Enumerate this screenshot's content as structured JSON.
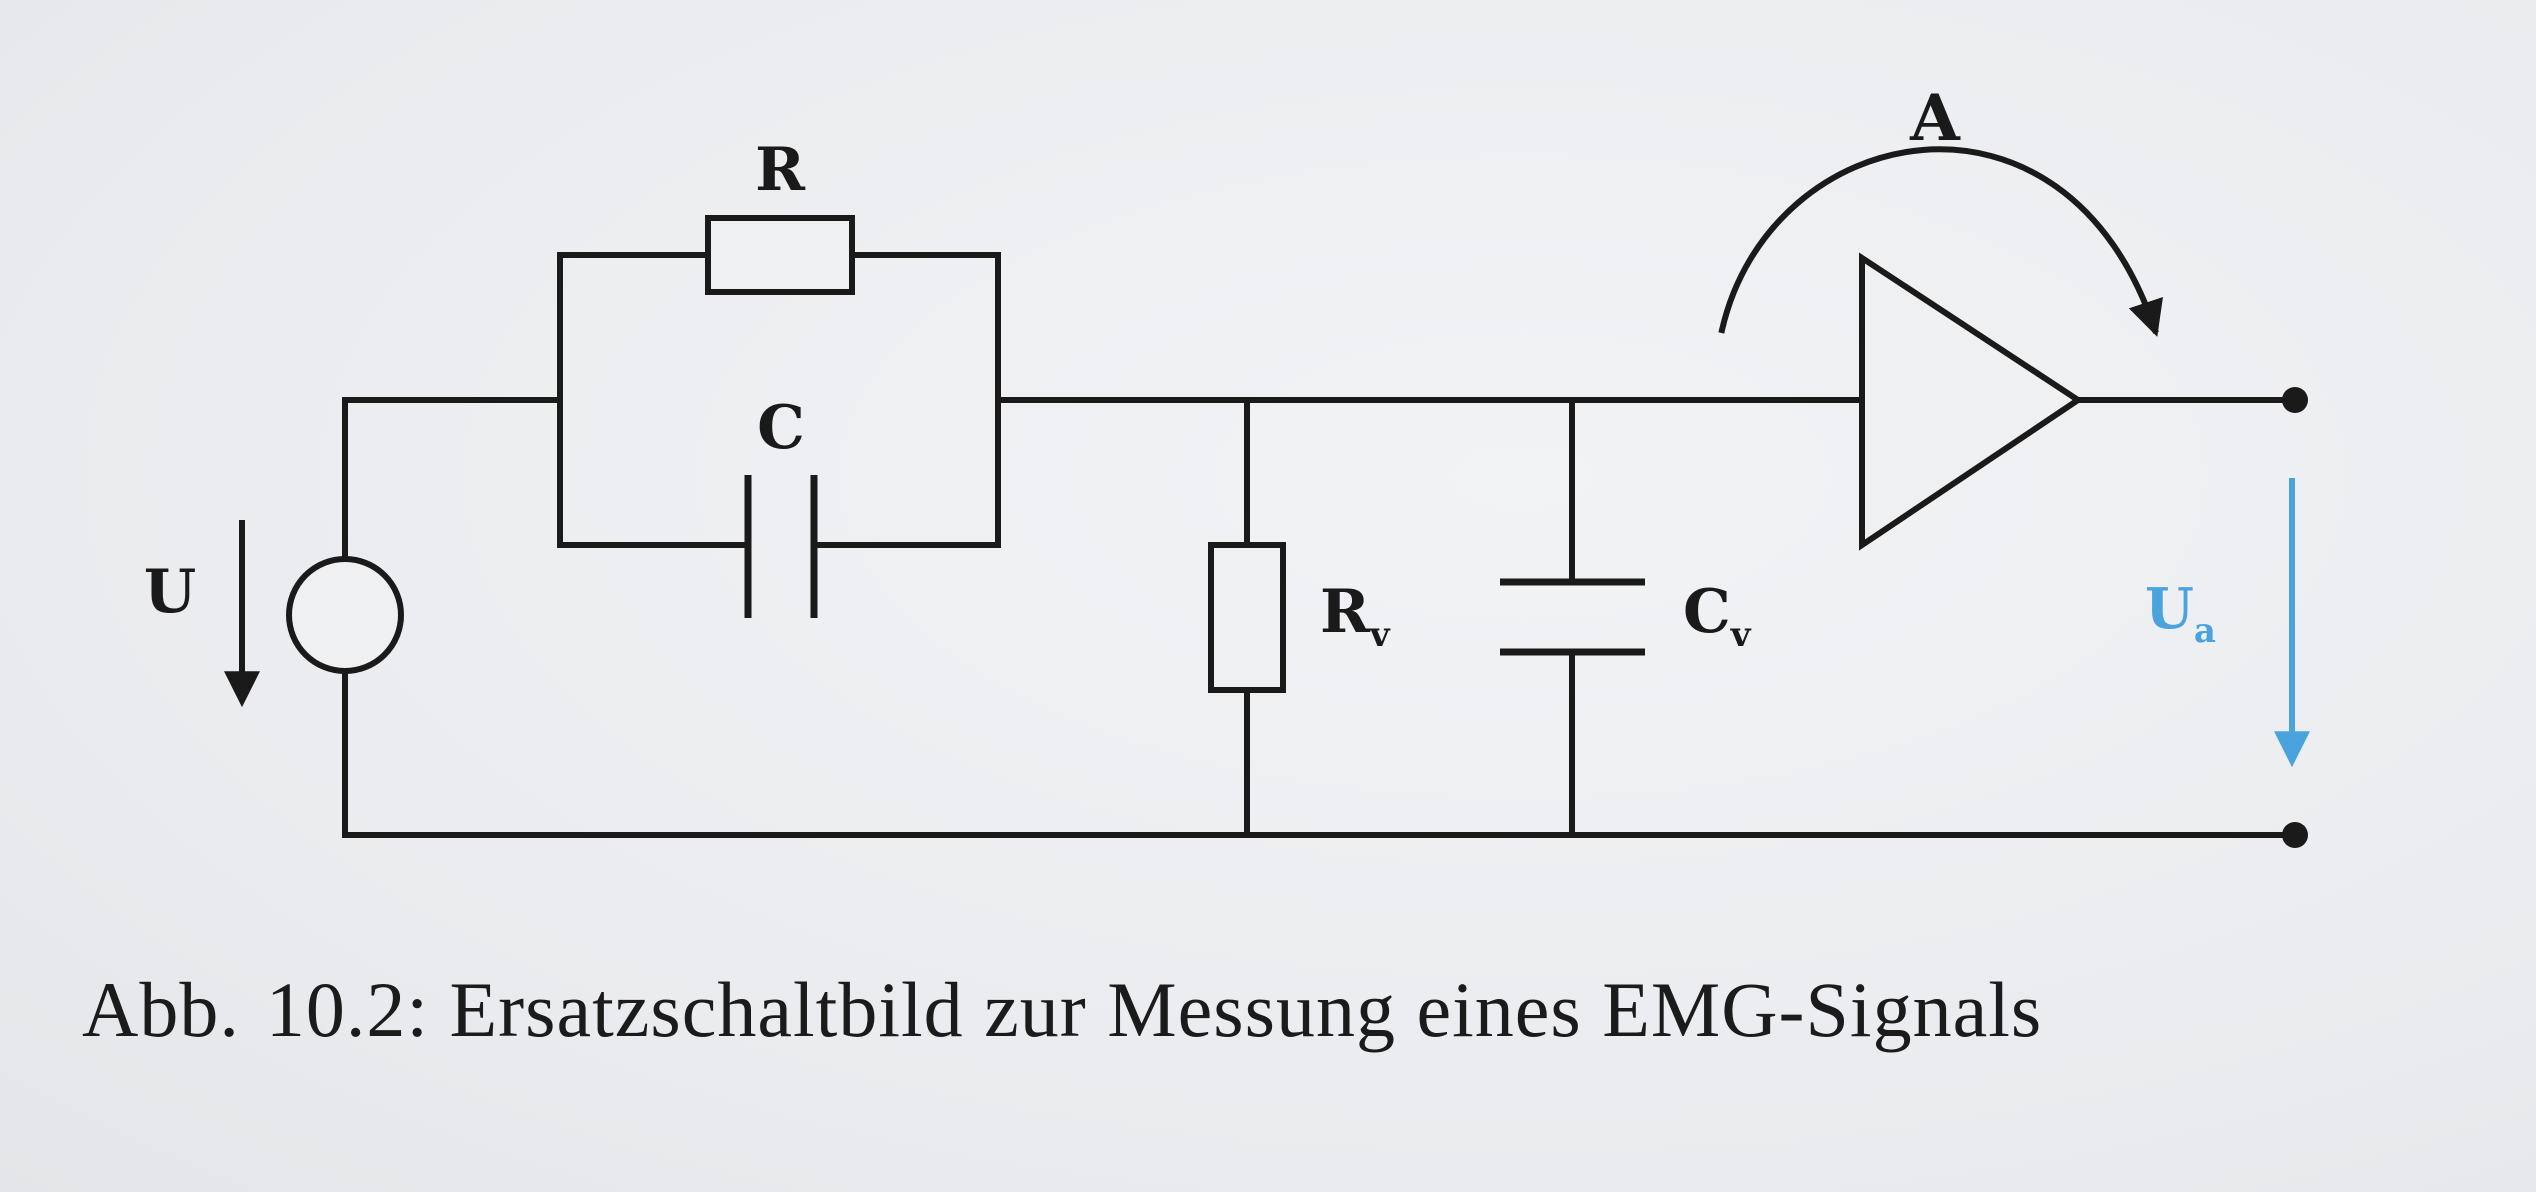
{
  "labels": {
    "resistor_series": "R",
    "capacitor_series": "C",
    "voltage_source": "U",
    "resistor_shunt": {
      "main": "R",
      "sub": "v"
    },
    "capacitor_shunt": {
      "main": "C",
      "sub": "v"
    },
    "amplifier": "A",
    "output_voltage": {
      "main": "U",
      "sub": "a"
    }
  },
  "caption": {
    "prefix": "Abb.",
    "number": "10.2:",
    "text": "Ersatzschaltbild zur Messung eines EMG-Signals"
  },
  "colors": {
    "line": "#1a1a1a",
    "output_arrow": "#4ba3dd"
  }
}
